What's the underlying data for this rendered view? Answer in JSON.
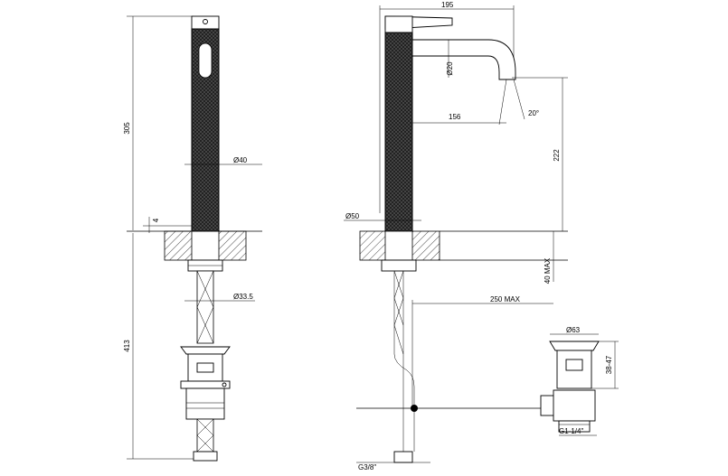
{
  "dimensions": {
    "height_total": "305",
    "spout_diameter": "Ø40",
    "deck_thickness": "4",
    "under_height": "413",
    "shank_diameter": "Ø33.5",
    "reach_width": "195",
    "spout_inner": "Ø20",
    "spout_reach": "156",
    "spout_angle": "20°",
    "outlet_height": "222",
    "base_diameter": "Ø50",
    "deck_max": "40 MAX",
    "rod_max": "250 MAX",
    "waste_diameter": "Ø63",
    "waste_adjust": "38-47",
    "waste_thread": "G1-1/4\"",
    "hose_thread": "G3/8\""
  }
}
